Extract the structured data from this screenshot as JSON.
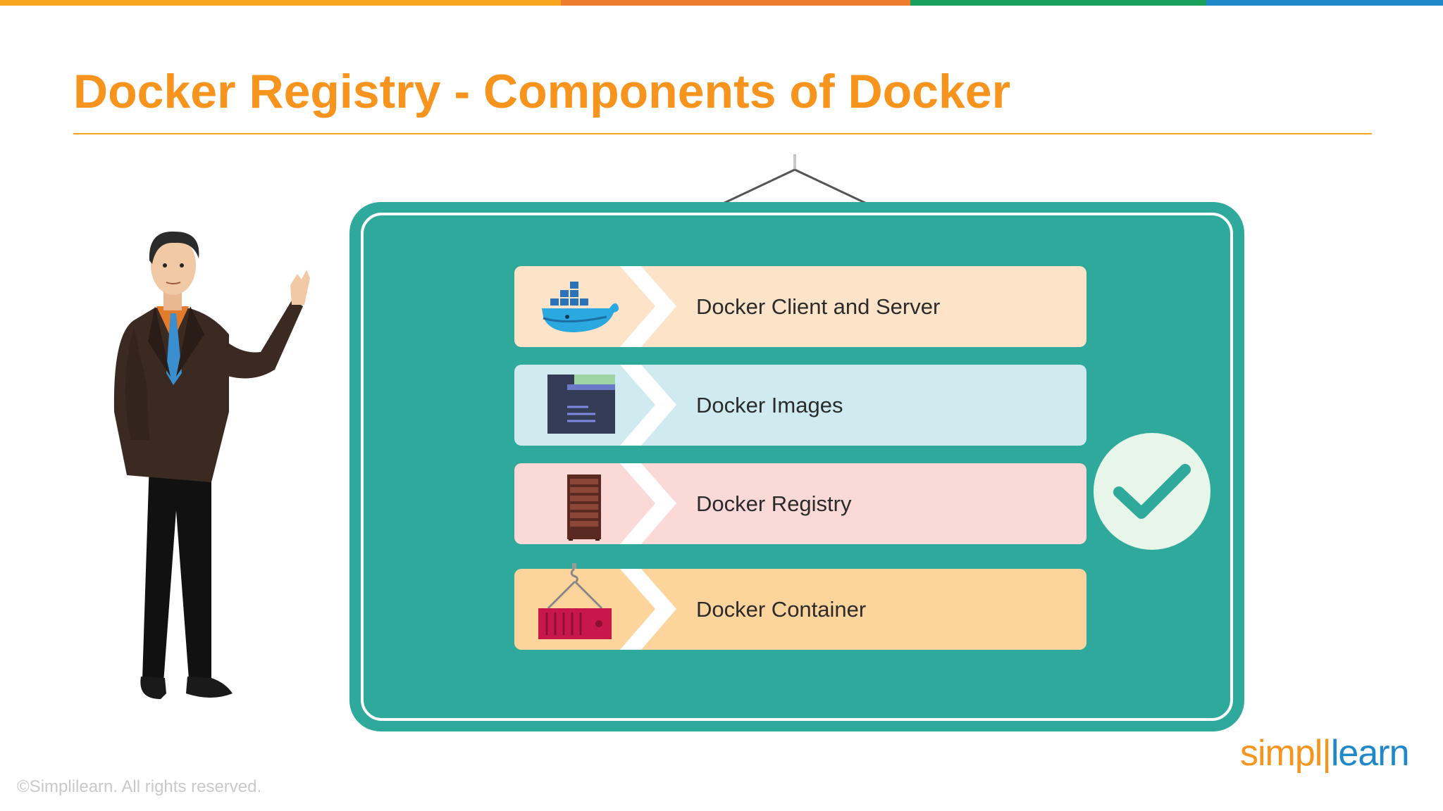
{
  "slide": {
    "title": "Docker Registry - Components of Docker",
    "stripe_colors": [
      "#f7a51c",
      "#ef7b2c",
      "#1aa05a",
      "#1e88c8"
    ],
    "title_color": "#f7941d",
    "rule_color": "#f7a51c"
  },
  "board": {
    "color": "#2ea99c",
    "items": [
      {
        "label": "Docker Client and Server",
        "icon": "docker-whale-icon",
        "bg": "#fde3c8"
      },
      {
        "label": "Docker Images",
        "icon": "image-file-icon",
        "bg": "#d0ebf0"
      },
      {
        "label": "Docker Registry",
        "icon": "server-rack-icon",
        "bg": "#fbd9d7"
      },
      {
        "label": "Docker Container",
        "icon": "shipping-container-icon",
        "bg": "#fdd49c"
      }
    ],
    "highlighted_index": 2,
    "check_icon": "checkmark-icon",
    "check_bg": "#e8f6ea"
  },
  "presenter": {
    "icon": "presenter-man-pointing-icon"
  },
  "footer": {
    "copyright": "©Simplilearn. All rights reserved.",
    "logo_left": "simpl",
    "logo_right": "learn",
    "logo_left_color": "#f7941d",
    "logo_right_color": "#1e88c8"
  }
}
